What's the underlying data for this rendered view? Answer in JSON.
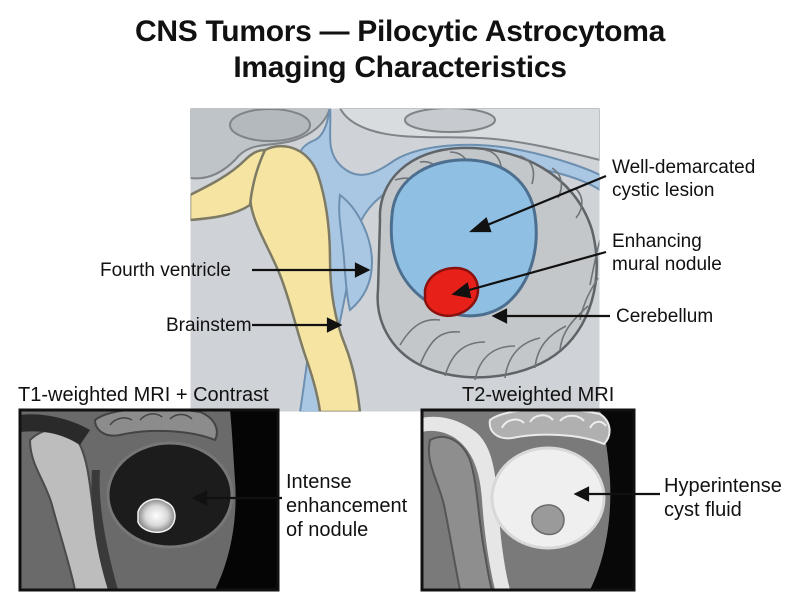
{
  "title": {
    "line1": "CNS Tumors — Pilocytic Astrocytoma",
    "line2": "Imaging Characteristics"
  },
  "labels": {
    "cyst": [
      "Well-demarcated",
      "cystic lesion"
    ],
    "nodule": [
      "Enhancing",
      "mural nodule"
    ],
    "fourth_ventricle": "Fourth ventricle",
    "brainstem": "Brainstem",
    "cerebellum": "Cerebellum"
  },
  "panels": {
    "t1": {
      "title": "T1-weighted MRI + Contrast",
      "annotation": [
        "Intense",
        "enhancement",
        "of nodule"
      ]
    },
    "t2": {
      "title": "T2-weighted MRI",
      "annotation": [
        "Hyperintense",
        "cyst fluid"
      ]
    }
  },
  "colors": {
    "cyst": "#8fbfe3",
    "nodule": "#e8201a",
    "brainstem": "#f6e4a2",
    "csf": "#a9c7e3",
    "brain_gray": "#d0d3d6",
    "cerebellum": "#c4c7ca"
  }
}
